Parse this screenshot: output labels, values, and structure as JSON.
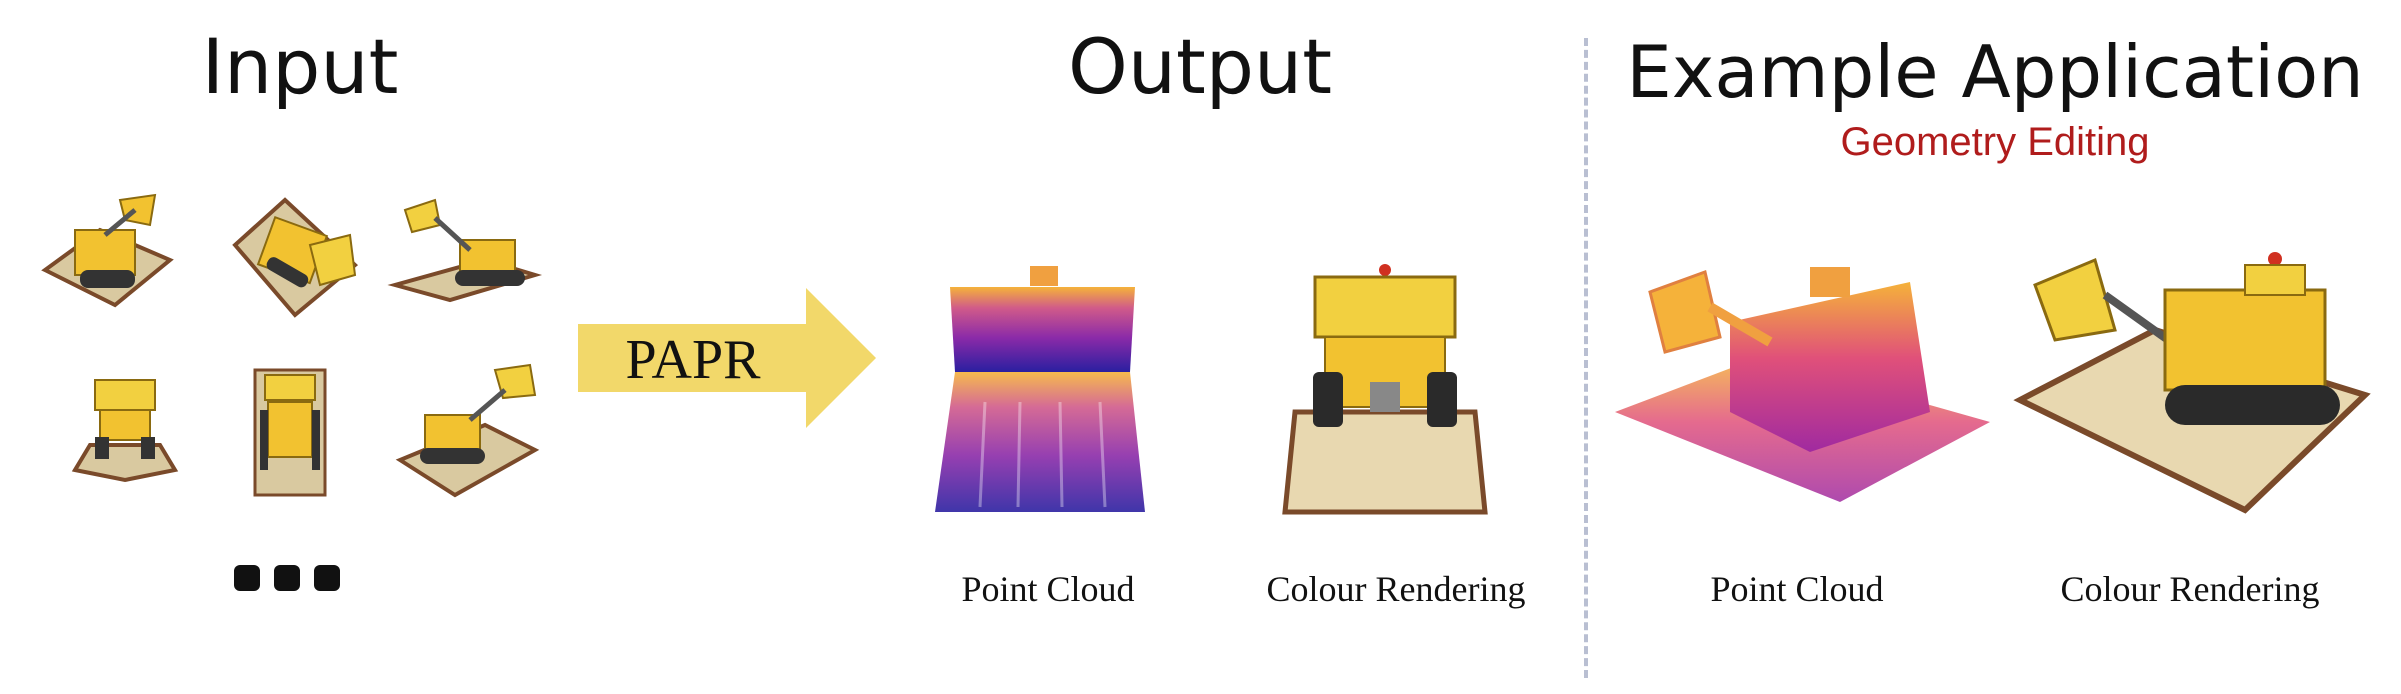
{
  "sections": {
    "input": {
      "title": "Input"
    },
    "output": {
      "title": "Output"
    },
    "application": {
      "title": "Example Application",
      "subtitle": "Geometry Editing"
    }
  },
  "method": {
    "label": "PAPR"
  },
  "output_captions": {
    "point_cloud": "Point Cloud",
    "colour_rendering": "Colour Rendering"
  },
  "application_captions": {
    "point_cloud": "Point Cloud",
    "colour_rendering": "Colour Rendering"
  },
  "colors": {
    "arrow": "#f2d86a",
    "subtitle": "#b01c1c",
    "divider": "#b9bfd2",
    "toy_yellow": "#f2c230",
    "base_beige": "#e8d8b0",
    "plasma_top": "#f5b23a",
    "plasma_bottom": "#2a1fa0"
  }
}
